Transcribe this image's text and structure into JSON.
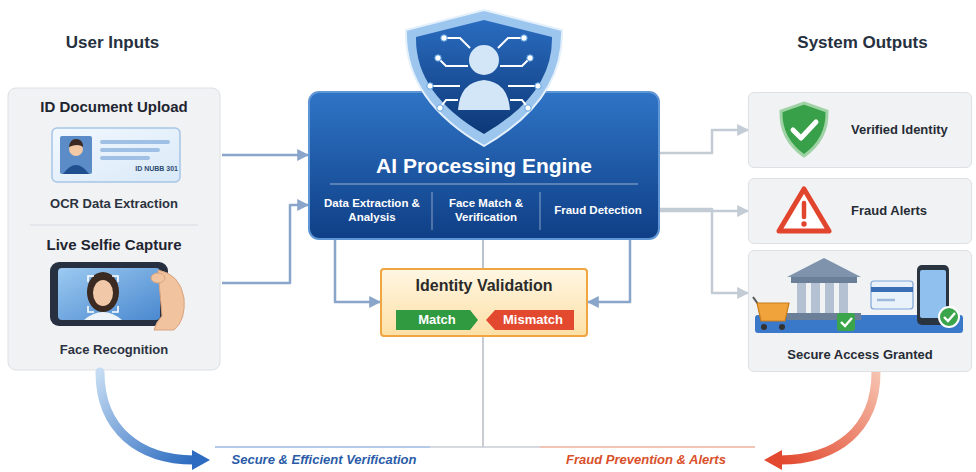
{
  "diagram": {
    "nodes": [
      {
        "text": [
          "ID Document Upload",
          "OCR Data Extraction"
        ]
      },
      {
        "text": [
          "Live Selfie Capture",
          "Face Recognition"
        ]
      },
      {
        "text": [
          "AI Processing Engine"
        ]
      },
      {
        "text": [
          "Data Extraction & Analysis"
        ],
        "in": 2
      },
      {
        "text": [
          "Face Match & Verification"
        ],
        "in": 2
      },
      {
        "text": [
          "Fraud Detection"
        ],
        "in": 2
      },
      {
        "text": [
          "Identity Validation"
        ]
      },
      {
        "text": [
          "Match"
        ],
        "in": 6
      },
      {
        "text": [
          "Mismatch"
        ],
        "in": 6
      },
      {
        "text": [
          "Verified Identity"
        ]
      },
      {
        "text": [
          "Fraud Alerts"
        ]
      },
      {
        "text": [
          "Secure Access Granted"
        ]
      }
    ],
    "edges": [
      {
        "from": 0,
        "to": 2,
        "arrow": "to"
      },
      {
        "from": 1,
        "to": 2,
        "arrow": "to"
      },
      {
        "from": 2,
        "to": 6,
        "arrow": "to"
      },
      {
        "from": 2,
        "to": 6,
        "arrow": "to"
      },
      {
        "from": 2,
        "to": 6,
        "arrow": "none"
      },
      {
        "from": 2,
        "to": 9,
        "arrow": "to"
      },
      {
        "from": 2,
        "to": 10,
        "arrow": "to"
      },
      {
        "from": 2,
        "to": 11,
        "arrow": "to"
      }
    ],
    "labels": [
      "User Inputs",
      "System Outputs",
      "ID NUBB 301",
      "Secure & Efficient Verification",
      "Fraud Prevention & Alerts"
    ]
  }
}
